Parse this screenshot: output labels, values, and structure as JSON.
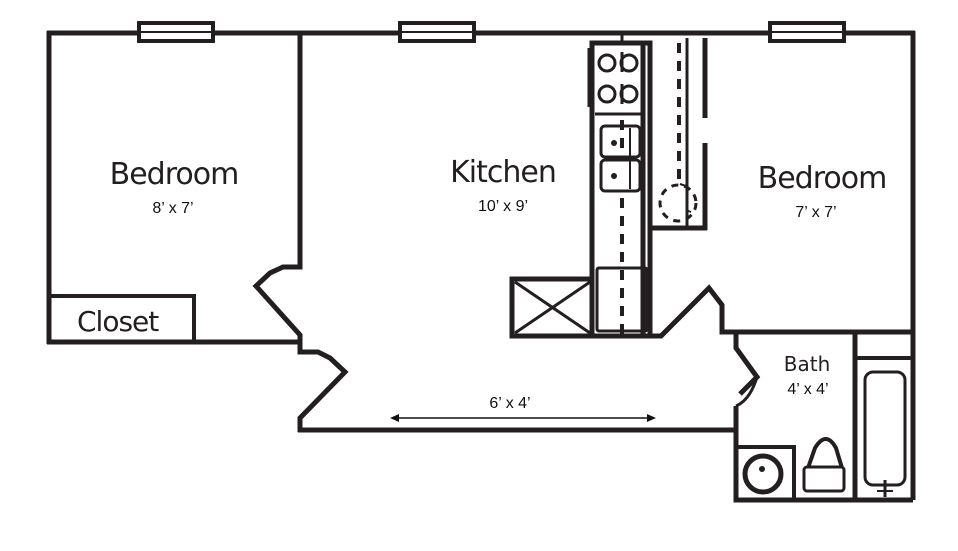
{
  "floor_plan": {
    "rooms": [
      {
        "id": "bedroom-1",
        "name": "Bedroom",
        "dimensions": "8’ x 7’"
      },
      {
        "id": "kitchen",
        "name": "Kitchen",
        "dimensions": "10’ x 9’"
      },
      {
        "id": "bedroom-2",
        "name": "Bedroom",
        "dimensions": "7’ x 7’"
      },
      {
        "id": "bath",
        "name": "Bath",
        "dimensions": "4’ x 4’"
      },
      {
        "id": "closet",
        "name": "Closet"
      },
      {
        "id": "hallway",
        "dimensions": "6’ x 4’"
      }
    ],
    "fixtures": [
      "stove",
      "double-sink",
      "refrigerator",
      "dishwasher-counter",
      "washer",
      "toilet",
      "bathtub",
      "closet-door"
    ],
    "colors": {
      "line": "#231f20",
      "background": "#ffffff"
    }
  }
}
